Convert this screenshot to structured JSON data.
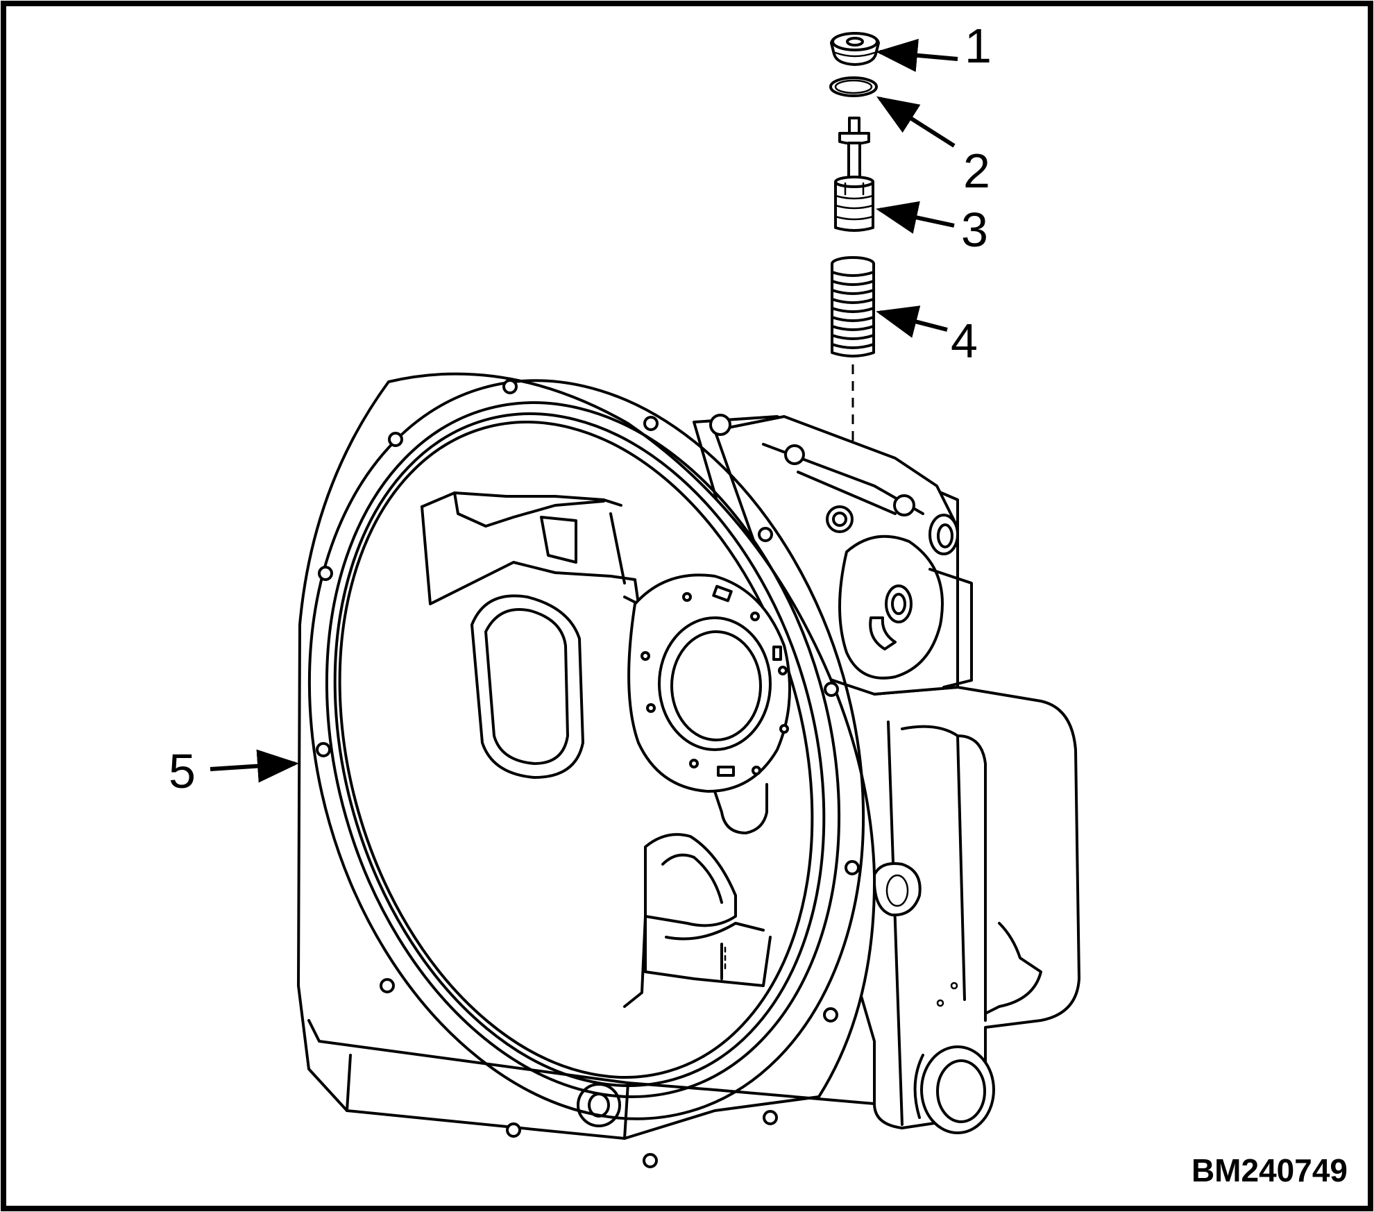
{
  "callouts": [
    {
      "id": "1",
      "label": "1"
    },
    {
      "id": "2",
      "label": "2"
    },
    {
      "id": "3",
      "label": "3"
    },
    {
      "id": "4",
      "label": "4"
    },
    {
      "id": "5",
      "label": "5"
    }
  ],
  "figure_id": "BM240749"
}
